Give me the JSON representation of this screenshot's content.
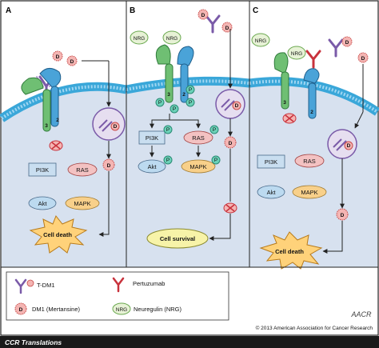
{
  "panels": {
    "a": {
      "letter": "A"
    },
    "b": {
      "letter": "B"
    },
    "c": {
      "letter": "C"
    }
  },
  "receptor_labels": {
    "two": "2",
    "three": "3"
  },
  "drug_labels": {
    "d": "D",
    "p": "P"
  },
  "nodes": {
    "nrg": "NRG",
    "pi3k": "PI3K",
    "ras": "RAS",
    "akt": "Akt",
    "mapk": "MAPK",
    "cell_death": "Cell death",
    "cell_survival": "Cell survival"
  },
  "legend": {
    "tdm1": "T-DM1",
    "pertuzumab": "Pertuzumab",
    "dm1": "DM1 (Mertansine)",
    "nrg_symbol": "NRG",
    "neuregulin": "Neuregulin (NRG)"
  },
  "footer": {
    "copyright": "© 2013 American Association for Cancer Research",
    "journal": "CCR Translations",
    "logo": "AACR"
  },
  "colors": {
    "cell_fill": "#d7e1ef",
    "membrane": "#3aa7d9",
    "her2": "#4aa3d8",
    "her3": "#6fbf73",
    "pertuzumab": "#c8323c",
    "dm1": "#f4b5b3",
    "node_fill": "#c9def0",
    "ras_fill": "#f3c2c2",
    "mapk_fill": "#f8d08a",
    "akt_fill": "#bcdaf0",
    "star": "#ffd27a",
    "survival": "#f7f3a8"
  }
}
